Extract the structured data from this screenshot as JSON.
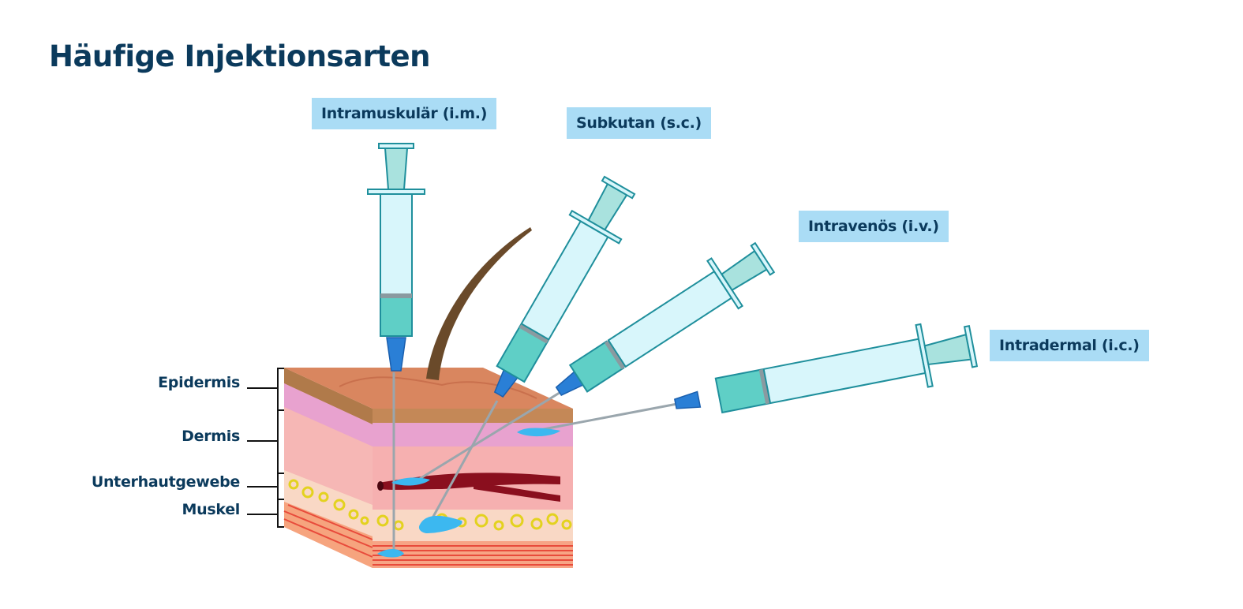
{
  "title": "Häufige Injektionsarten",
  "injection_types": [
    {
      "id": "im",
      "label": "Intramuskulär (i.m.)",
      "target_layer": "Muskel"
    },
    {
      "id": "sc",
      "label": "Subkutan (s.c.)",
      "target_layer": "Unterhautgewebe"
    },
    {
      "id": "iv",
      "label": "Intravenös (i.v.)",
      "target_layer": "Dermis (Blutgefäß)"
    },
    {
      "id": "ic",
      "label": "Intradermal (i.c.)",
      "target_layer": "Dermis"
    }
  ],
  "skin_layers": [
    {
      "label": "Epidermis"
    },
    {
      "label": "Dermis"
    },
    {
      "label": "Unterhautgewebe"
    },
    {
      "label": "Muskel"
    }
  ],
  "colors": {
    "title": "#0b3a5c",
    "tag_bg": "#aadcf5",
    "syringe_barrel": "#d8f6fb",
    "syringe_liquid": "#5fcfc6",
    "syringe_outline": "#1f8f9c",
    "needle_hub": "#2a7fd6",
    "injected_fluid": "#3cb8f0",
    "epidermis": "#d9865f",
    "dermis_upper": "#e8a2cf",
    "dermis": "#f4b1b1",
    "fat": "#f9d8c5",
    "fat_cells": "#e3d21f",
    "muscle": "#f06a5a",
    "vein": "#8a0f1e"
  }
}
